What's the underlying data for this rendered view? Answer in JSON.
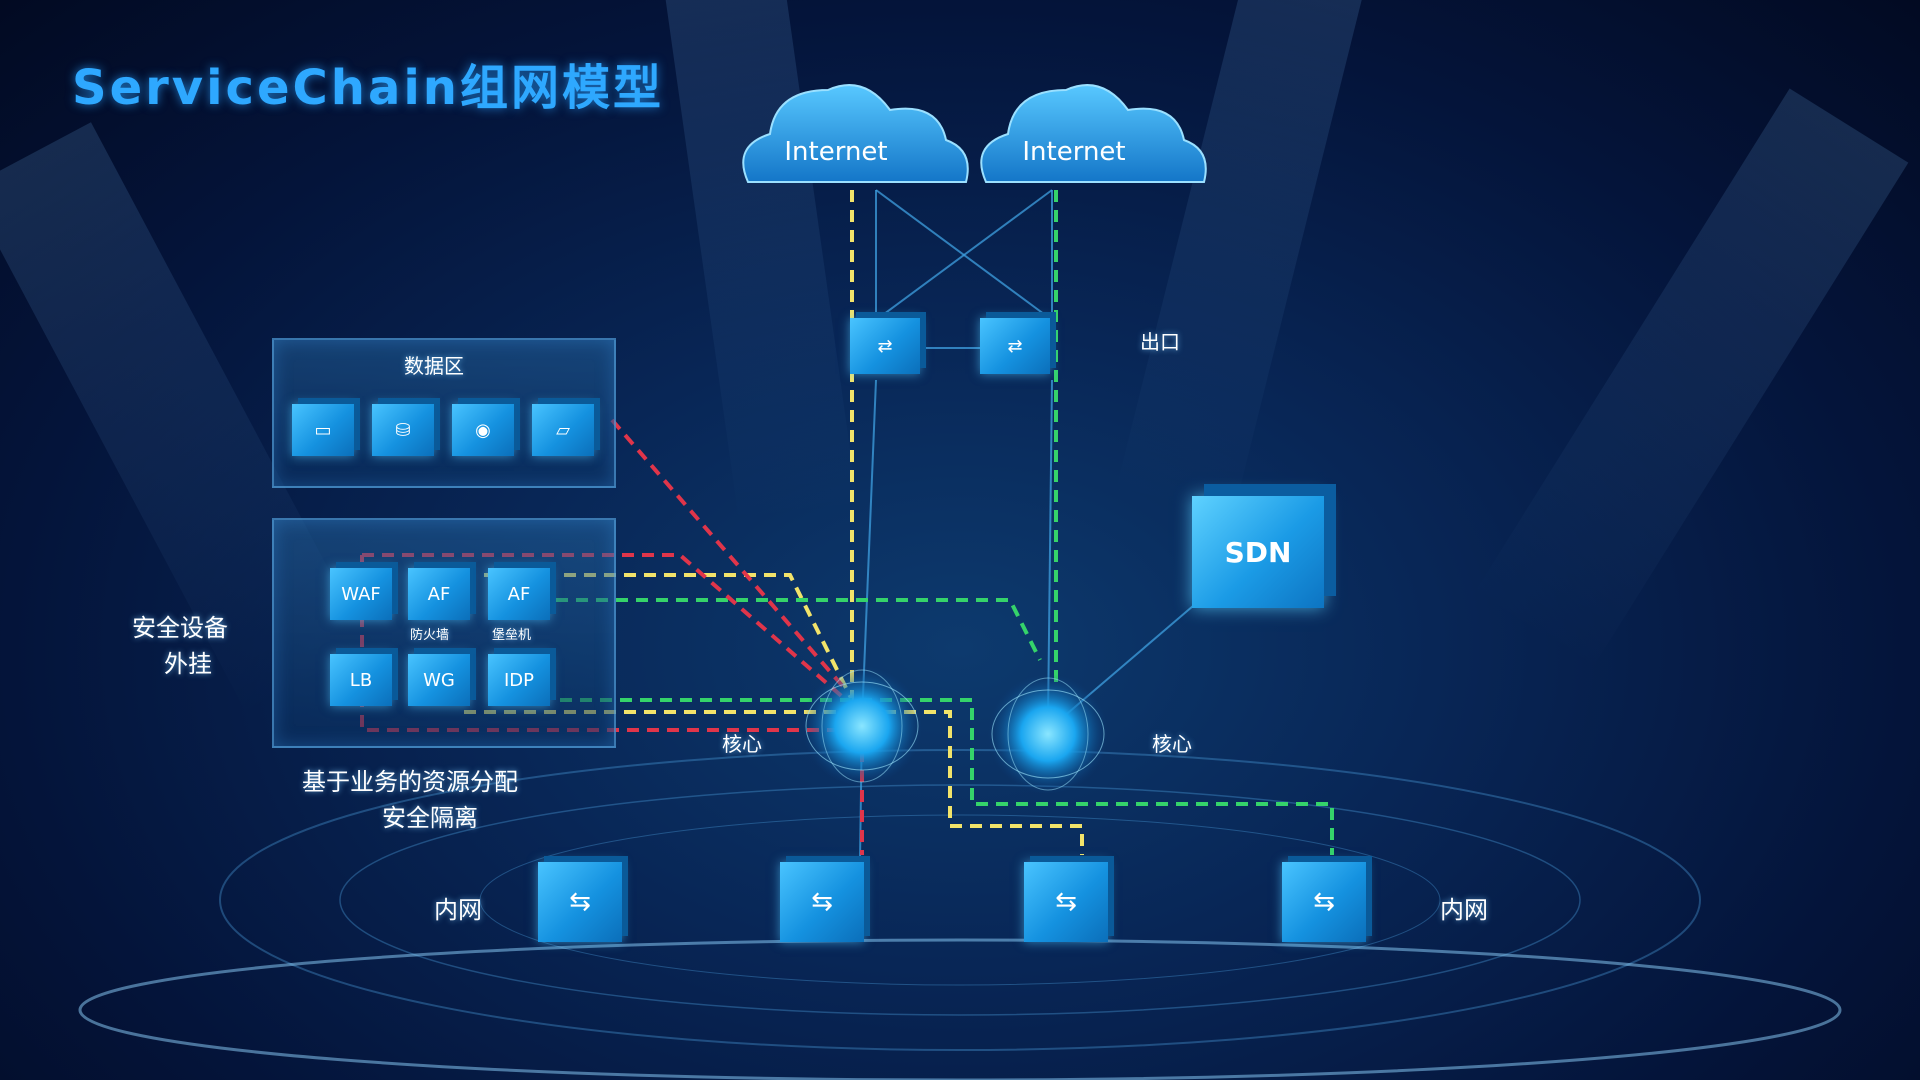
{
  "title": "ServiceChain组网模型",
  "clouds": [
    {
      "label": "Internet"
    },
    {
      "label": "Internet"
    }
  ],
  "exit_label": "出口",
  "core_left_label": "核心",
  "core_right_label": "核心",
  "sdn_label": "SDN",
  "data_zone": {
    "label": "数据区",
    "icons": [
      "server-icon",
      "database-icon",
      "storage-icon",
      "folder-icon"
    ]
  },
  "security_panel": {
    "side_label_line1": "安全设备",
    "side_label_line2": "外挂",
    "devices": [
      {
        "label": "WAF",
        "sub": ""
      },
      {
        "label": "AF",
        "sub": "防火墙"
      },
      {
        "label": "AF",
        "sub": "堡垒机"
      },
      {
        "label": "LB",
        "sub": ""
      },
      {
        "label": "WG",
        "sub": ""
      },
      {
        "label": "IDP",
        "sub": ""
      }
    ],
    "caption_line1": "基于业务的资源分配",
    "caption_line2": "安全隔离"
  },
  "intranet_left_label": "内网",
  "intranet_right_label": "内网",
  "colors": {
    "yellow_path": "#f2e36a",
    "green_path": "#35d36a",
    "red_path": "#e0354a",
    "accent": "#2ea8ff"
  }
}
